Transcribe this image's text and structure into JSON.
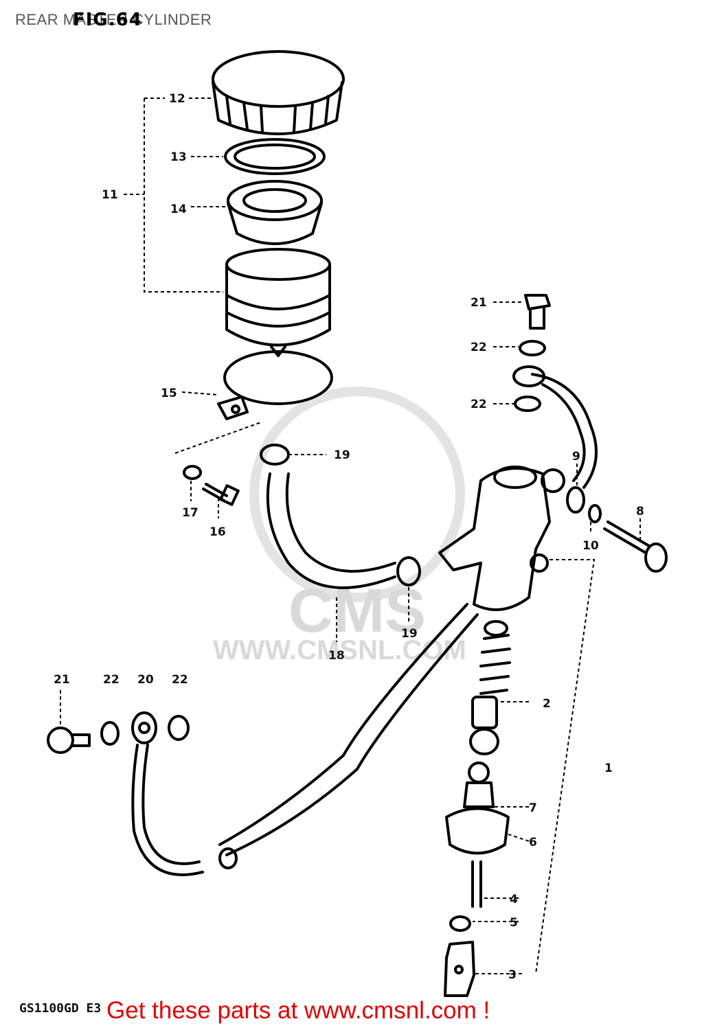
{
  "header": {
    "title": "REAR MASTER CYLINDER",
    "figure": "FIG.64"
  },
  "watermark": {
    "brand": "CMS",
    "url": "WWW.CMSNL.COM"
  },
  "callouts": {
    "c1": "1",
    "c2": "2",
    "c3": "3",
    "c4": "4",
    "c5": "5",
    "c6": "6",
    "c7": "7",
    "c8": "8",
    "c9": "9",
    "c10": "10",
    "c11": "11",
    "c12": "12",
    "c13": "13",
    "c14": "14",
    "c15": "15",
    "c16": "16",
    "c17": "17",
    "c18": "18",
    "c19a": "19",
    "c19b": "19",
    "c20": "20",
    "c21a": "21",
    "c21b": "21",
    "c22a": "22",
    "c22b": "22",
    "c22c": "22",
    "c22d": "22"
  },
  "footer": {
    "model_code": "GS1100GD E3",
    "link_text": "Get these parts at www.cmsnl.com !"
  }
}
